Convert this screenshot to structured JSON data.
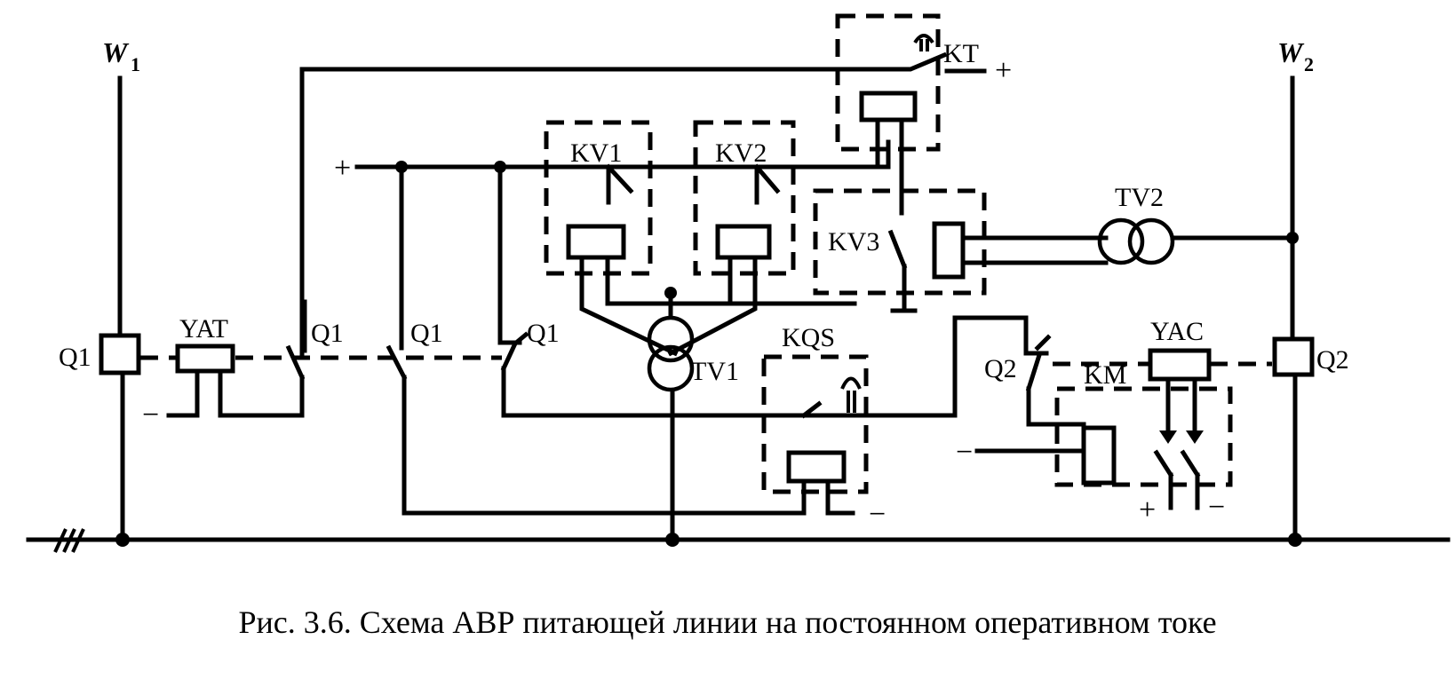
{
  "figure": {
    "caption": "Рис. 3.6. Схема АВР питающей линии на постоянном оперативном токе",
    "buses": {
      "w1": {
        "letter": "W",
        "index": "1"
      },
      "w2": {
        "letter": "W",
        "index": "2"
      },
      "busbar_marker": "///"
    },
    "labels": {
      "q1_breaker": "Q1",
      "q2_breaker": "Q2",
      "yat": "YAT",
      "q1_contact_a": "Q1",
      "q1_contact_b": "Q1",
      "q1_contact_c": "Q1",
      "kv1": "KV1",
      "kv2": "KV2",
      "kv3": "KV3",
      "kt": "KT",
      "tv1": "TV1",
      "tv2": "TV2",
      "kqs": "KQS",
      "q2_contact": "Q2",
      "yac": "YAC",
      "km": "KM"
    },
    "polarity": {
      "plus_main": "+",
      "plus_kt": "+",
      "minus_yat": "−",
      "minus_kqs": "−",
      "minus_km": "−",
      "plus_yac": "+",
      "minus_yac": "−"
    }
  }
}
